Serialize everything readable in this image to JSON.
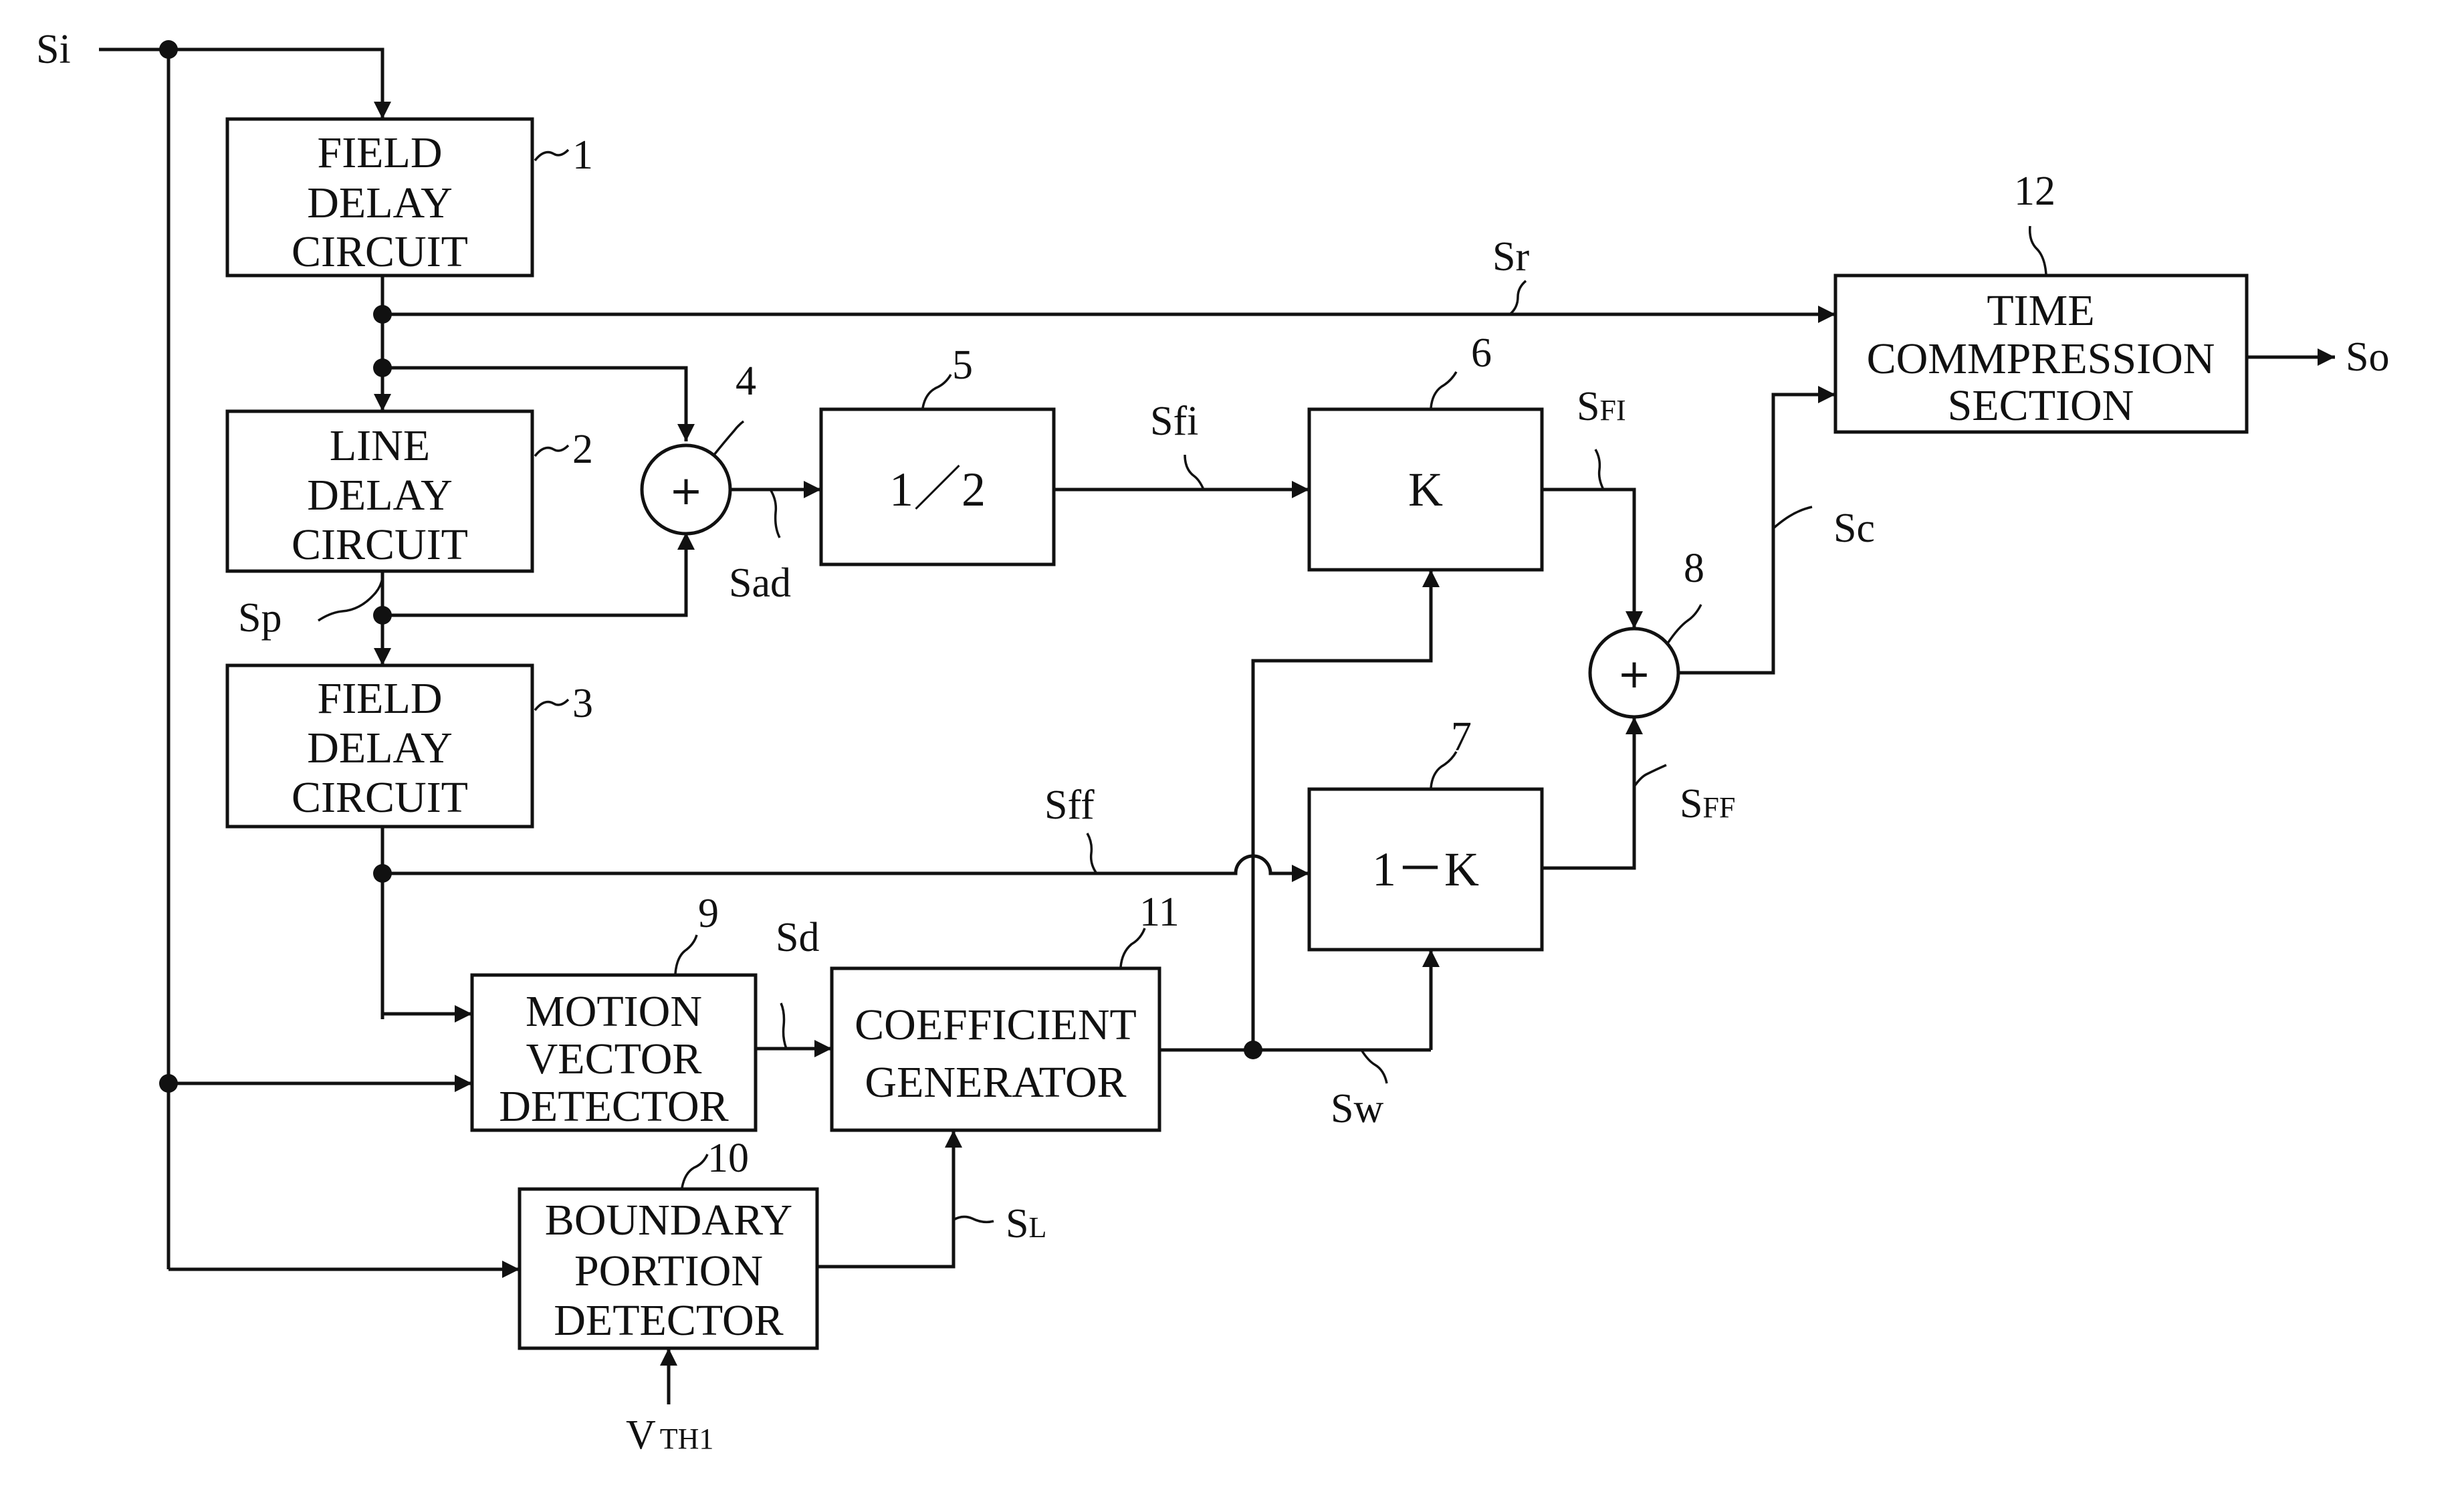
{
  "blocks": {
    "b1": {
      "line1": "FIELD",
      "line2": "DELAY",
      "line3": "CIRCUIT",
      "ref": "1"
    },
    "b2": {
      "line1": "LINE",
      "line2": "DELAY",
      "line3": "CIRCUIT",
      "ref": "2"
    },
    "b3": {
      "line1": "FIELD",
      "line2": "DELAY",
      "line3": "CIRCUIT",
      "ref": "3"
    },
    "b4": {
      "symbol": "+",
      "ref": "4"
    },
    "b5": {
      "label": "1／2",
      "ref": "5"
    },
    "b6": {
      "label": "K",
      "ref": "6"
    },
    "b7": {
      "label": "1－K",
      "ref": "7"
    },
    "b8": {
      "symbol": "+",
      "ref": "8"
    },
    "b9": {
      "line1": "MOTION",
      "line2": "VECTOR",
      "line3": "DETECTOR",
      "ref": "9"
    },
    "b10": {
      "line1": "BOUNDARY",
      "line2": "PORTION",
      "line3": "DETECTOR",
      "ref": "10"
    },
    "b11": {
      "line1": "COEFFICIENT",
      "line2": "GENERATOR",
      "ref": "11"
    },
    "b12": {
      "line1": "TIME",
      "line2": "COMMPRESSION",
      "line3": "SECTION",
      "ref": "12"
    }
  },
  "signals": {
    "si": "Si",
    "so": "So",
    "sr": "Sr",
    "sp": "Sp",
    "sad": "Sad",
    "sfi": "Sfi",
    "sff": "Sff",
    "sd": "Sd",
    "sw": "Sw",
    "sc": "Sc",
    "s_fi_main": "S",
    "s_fi_sub": "FI",
    "s_ff_main": "S",
    "s_ff_sub": "FF",
    "s_l_main": "S",
    "s_l_sub": "L",
    "vth_main": "V",
    "vth_sub": "TH1"
  }
}
